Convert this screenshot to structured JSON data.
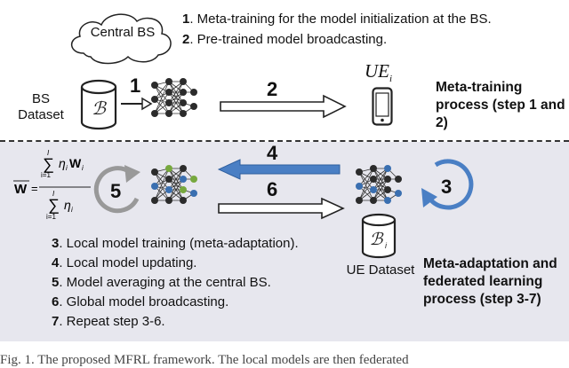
{
  "top": {
    "cloud_label": "Central BS",
    "steps": [
      {
        "num": "1",
        "text": ". Meta-training for the model initialization at the BS."
      },
      {
        "num": "2",
        "text": ". Pre-trained model broadcasting."
      }
    ],
    "bs_dataset_label": "BS Dataset",
    "bs_dataset_symbol": "ℬ",
    "arrow1_num": "1",
    "arrow2_num": "2",
    "ue_label": "UE",
    "ue_sub": "i",
    "process_title": "Meta-training process (step 1 and 2)"
  },
  "bottom": {
    "formula": {
      "lhs": "W",
      "sum_top": "I",
      "sum_bottom": "i=1",
      "num_term": "η",
      "num_term_sub": "i",
      "num_w": "W",
      "num_w_sub": "i",
      "den_term": "η",
      "den_term_sub": "i"
    },
    "cycle5_num": "5",
    "arrow4_num": "4",
    "arrow6_num": "6",
    "cycle3_num": "3",
    "ue_dataset_symbol": "ℬ",
    "ue_dataset_sub": "i",
    "ue_dataset_label": "UE Dataset",
    "steps": [
      {
        "num": "3",
        "text": ". Local model training (meta-adaptation)."
      },
      {
        "num": "4",
        "text": ". Local model updating."
      },
      {
        "num": "5",
        "text": ". Model averaging at the central BS."
      },
      {
        "num": "6",
        "text": ". Global model broadcasting."
      },
      {
        "num": "7",
        "text": ". Repeat step 3-6."
      }
    ],
    "process_title": "Meta-adaptation and federated learning process (step 3-7)"
  },
  "caption": "Fig. 1.  The proposed MFRL framework. The local models are then federated",
  "colors": {
    "bottom_bg": "#e7e7ee",
    "arrow_blue": "#4a7fc4",
    "node_blue": "#3a6fb0",
    "node_green": "#77a83e",
    "node_dark": "#2b2b2b"
  }
}
